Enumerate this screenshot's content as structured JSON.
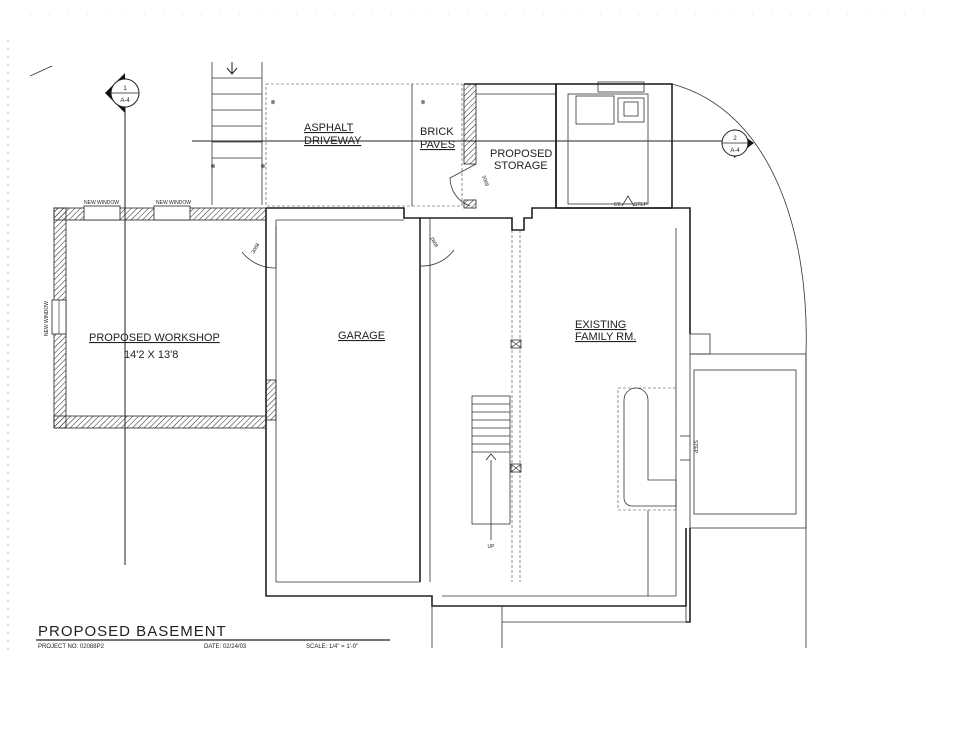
{
  "title_block": {
    "title": "PROPOSED BASEMENT",
    "project_no": "PROJECT NO: 02088P2",
    "date": "DATE: 02/24/03",
    "scale": "SCALE: 1/4\" = 1'-0\""
  },
  "rooms": {
    "workshop_label": "PROPOSED WORKSHOP",
    "workshop_dims": "14'2 X 13'8",
    "garage": "GARAGE",
    "family_line1": "EXISTING",
    "family_line2": "FAMILY RM.",
    "storage_line1": "PROPOSED",
    "storage_line2": "STORAGE",
    "driveway_line1": "ASPHALT",
    "driveway_line2": "DRIVEWAY",
    "brick_line1": "BRICK",
    "brick_line2": "PAVES"
  },
  "windows": {
    "new_window_top_left": "NEW WINDOW",
    "new_window_top_right": "NEW WINDOW",
    "new_window_side": "NEW WINDOW"
  },
  "doors": {
    "workshop_door": "3068",
    "garage_door": "2868",
    "storage_door": "3068",
    "top_step_door": "6'0"
  },
  "steps": {
    "top_step": "STEP",
    "side_step": "STEP",
    "stair_arrow": "UP"
  },
  "section_markers": [
    {
      "number": "1",
      "sheet": "A-4"
    },
    {
      "number": "2",
      "sheet": "A-4"
    }
  ],
  "grid_markers": [
    "⊗",
    "⊗",
    "⊗",
    "⊗"
  ]
}
